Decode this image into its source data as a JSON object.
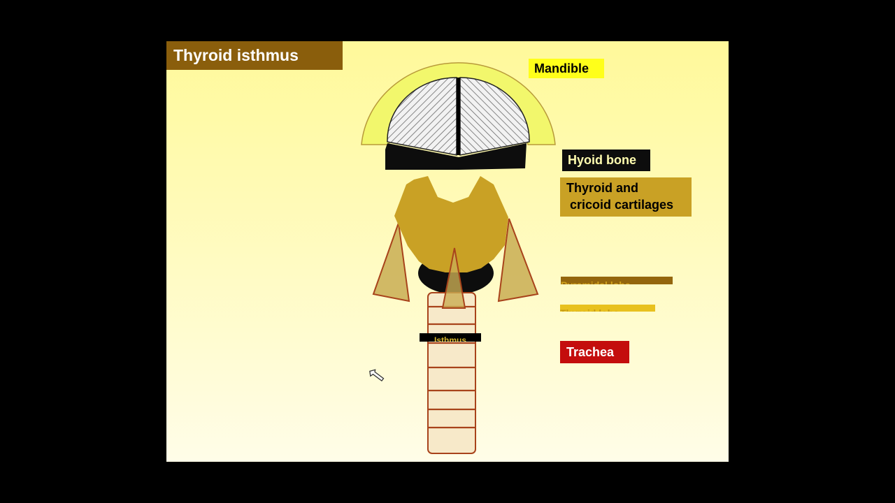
{
  "slide": {
    "title": "Thyroid isthmus",
    "labels": {
      "mandible": "Mandible",
      "hyoid_bone": "Hyoid bone",
      "cartilages": "Thyroid and\n cricoid cartilages",
      "pyramidal_lobe": "Pyramidal lobe",
      "thyroid_lobe": "Thyroid lobe",
      "isthmus": "Isthmus",
      "trachea": "Trachea"
    }
  },
  "colors": {
    "background_top": "#fff99a",
    "mandible_fill": "#f2f76c",
    "hyoid": "#0d0d0d",
    "cartilage": "#c9a125",
    "lobe_outline": "#a8431b",
    "trachea_rings": "#a8431b",
    "trachea_fill": "#f7e9c9"
  },
  "icons": [
    "pointer-cursor-icon"
  ]
}
